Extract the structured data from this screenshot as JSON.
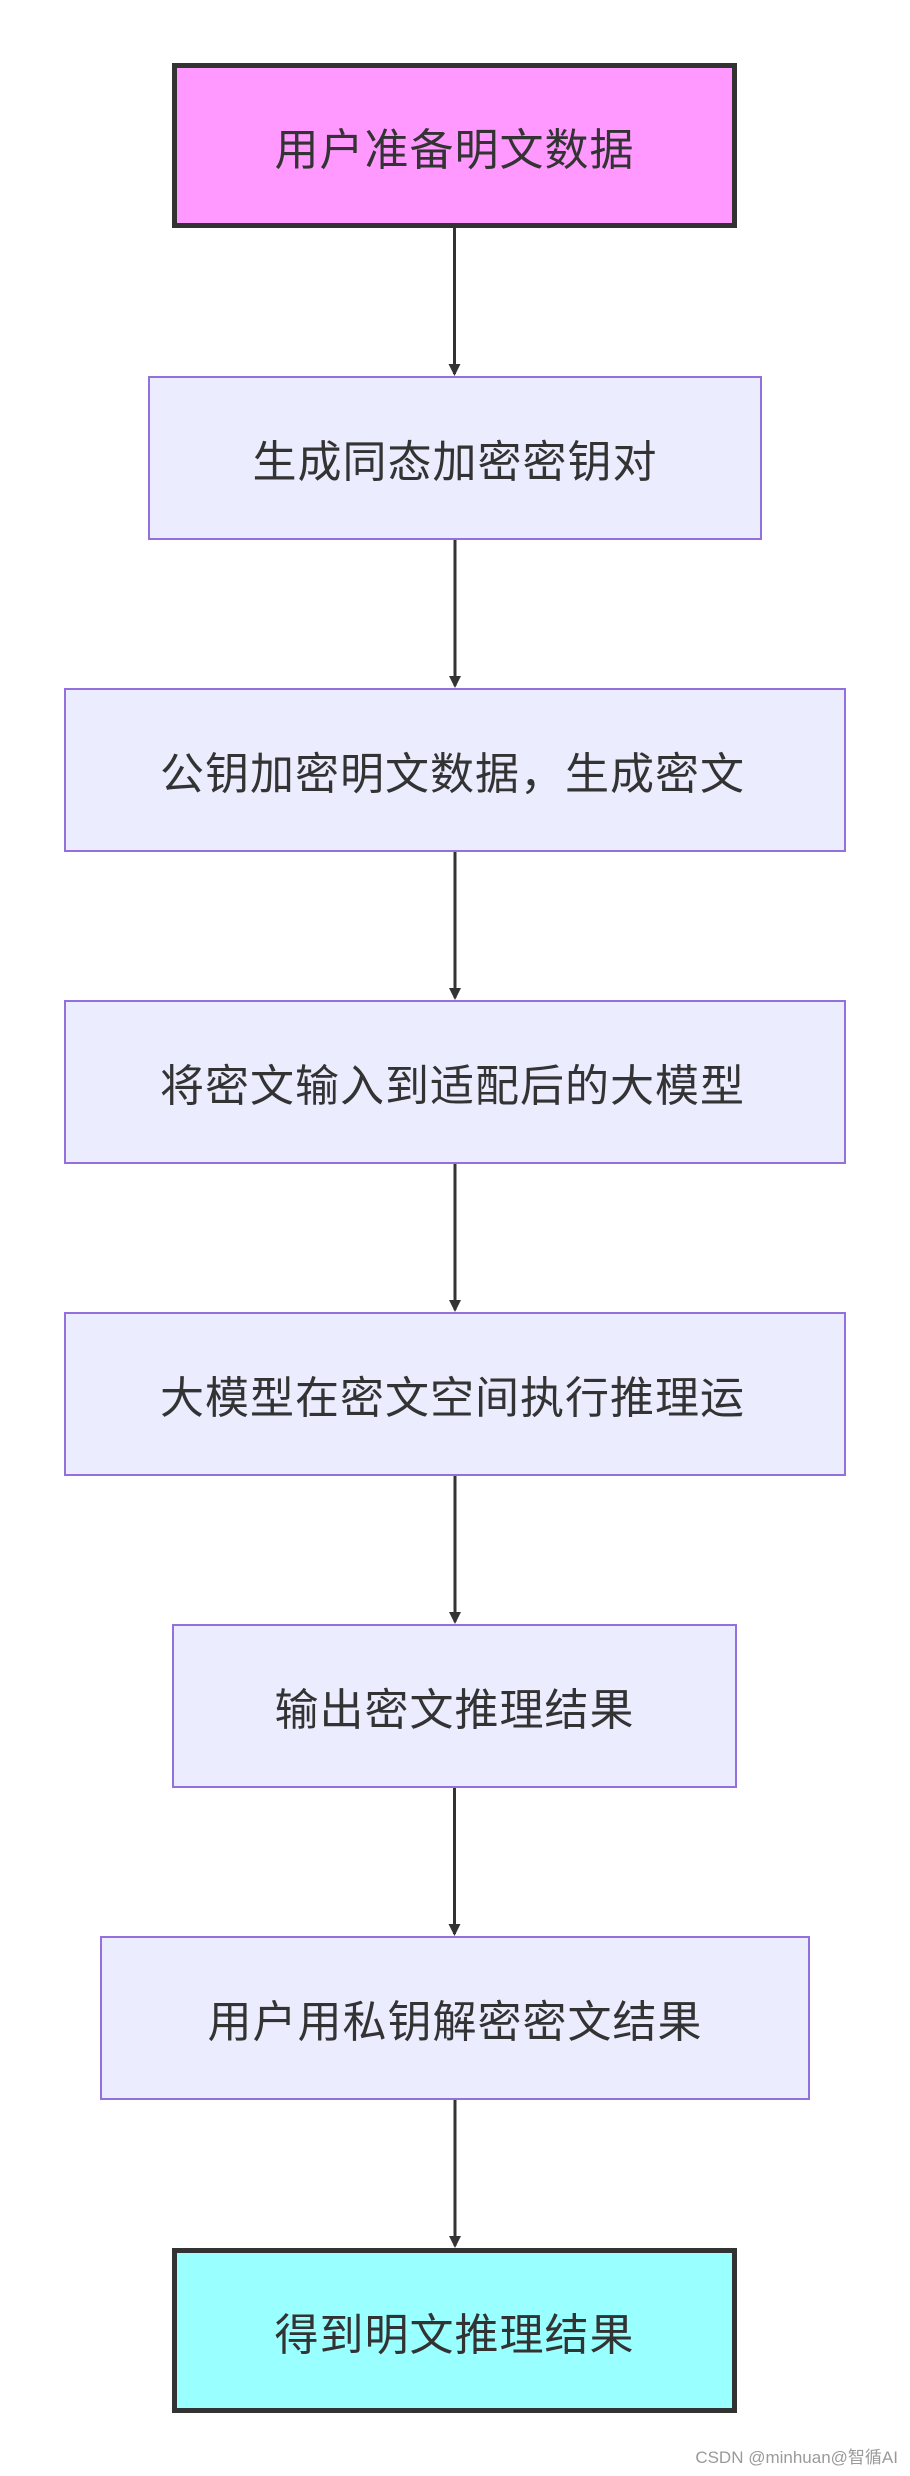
{
  "diagram": {
    "type": "flowchart",
    "nodes": [
      {
        "id": "n1",
        "label": "用户准备明文数据",
        "style": "start"
      },
      {
        "id": "n2",
        "label": "生成同态加密密钥对",
        "style": "normal"
      },
      {
        "id": "n3",
        "label": "公钥加密明文数据，生成密文",
        "style": "normal"
      },
      {
        "id": "n4",
        "label": "将密文输入到适配后的大模型",
        "style": "normal"
      },
      {
        "id": "n5",
        "label": "大模型在密文空间执行推理运",
        "style": "normal"
      },
      {
        "id": "n6",
        "label": "输出密文推理结果",
        "style": "normal"
      },
      {
        "id": "n7",
        "label": "用户用私钥解密密文结果",
        "style": "normal"
      },
      {
        "id": "n8",
        "label": "得到明文推理结果",
        "style": "end"
      }
    ],
    "edges": [
      {
        "from": "n1",
        "to": "n2"
      },
      {
        "from": "n2",
        "to": "n3"
      },
      {
        "from": "n3",
        "to": "n4"
      },
      {
        "from": "n4",
        "to": "n5"
      },
      {
        "from": "n5",
        "to": "n6"
      },
      {
        "from": "n6",
        "to": "n7"
      },
      {
        "from": "n7",
        "to": "n8"
      }
    ],
    "colors": {
      "start_fill": "#ff99ff",
      "end_fill": "#99ffff",
      "node_fill": "#ececff",
      "node_border": "#9370db",
      "emphasis_border": "#333333",
      "edge": "#333333",
      "text": "#333333"
    }
  },
  "watermark": "CSDN @minhuan@智循AI"
}
